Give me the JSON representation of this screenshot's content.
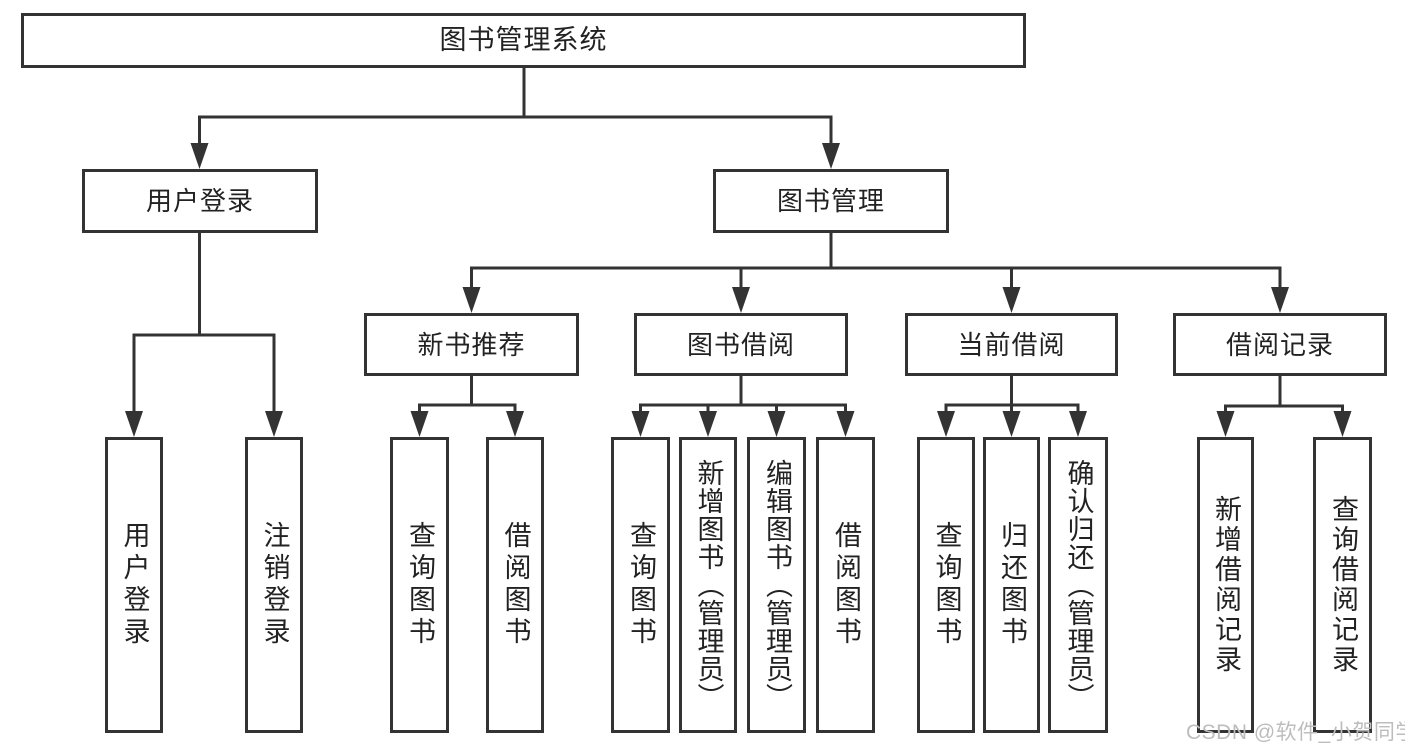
{
  "colors": {
    "background": "#ffffff",
    "line": "#333333",
    "text": "#222222",
    "watermark": "#bdbdbd"
  },
  "diagram": {
    "root": {
      "label": "图书管理系统"
    },
    "level2": {
      "user_login": {
        "label": "用户登录"
      },
      "book_mgmt": {
        "label": "图书管理"
      }
    },
    "level3": {
      "new_books": {
        "label": "新书推荐"
      },
      "borrow": {
        "label": "图书借阅"
      },
      "current": {
        "label": "当前借阅"
      },
      "records": {
        "label": "借阅记录"
      }
    },
    "leaves": {
      "login": "用户登录",
      "logout": "注销登录",
      "nb_query": "查询图书",
      "nb_borrow": "借阅图书",
      "bw_query": "查询图书",
      "bw_add": "新增图书（管理员）",
      "bw_edit": "编辑图书（管理员）",
      "bw_borrow": "借阅图书",
      "cu_query": "查询图书",
      "cu_return": "归还图书",
      "cu_confirm": "确认归还（管理员）",
      "rc_add": "新增借阅记录",
      "rc_query": "查询借阅记录"
    }
  },
  "watermark": {
    "text": "CSDN @软件_小贺同学"
  }
}
